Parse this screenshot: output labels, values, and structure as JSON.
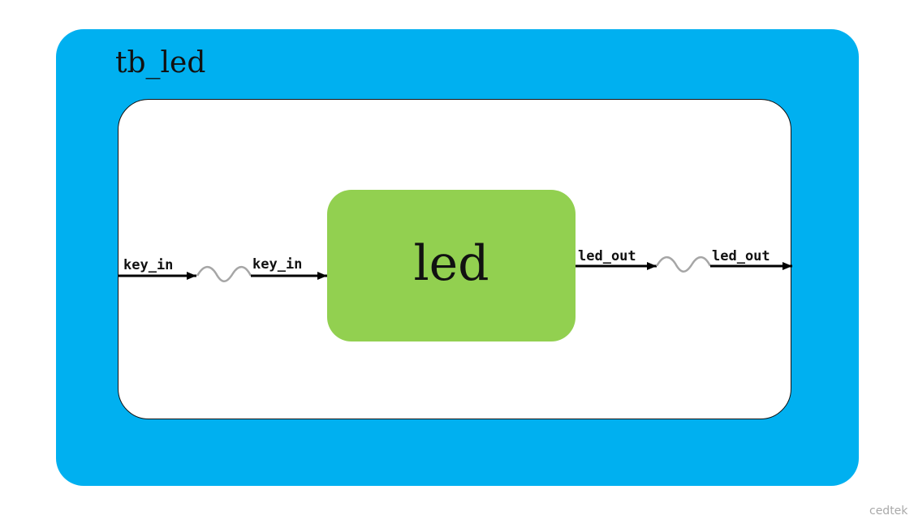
{
  "outer": {
    "title": "tb_led",
    "color": "#00b0f0"
  },
  "module": {
    "label": "led",
    "color": "#92d050"
  },
  "ports": {
    "key_in_left": "key_in",
    "key_in_right": "key_in",
    "led_out_left": "led_out",
    "led_out_right": "led_out"
  },
  "watermark": "cedtek"
}
